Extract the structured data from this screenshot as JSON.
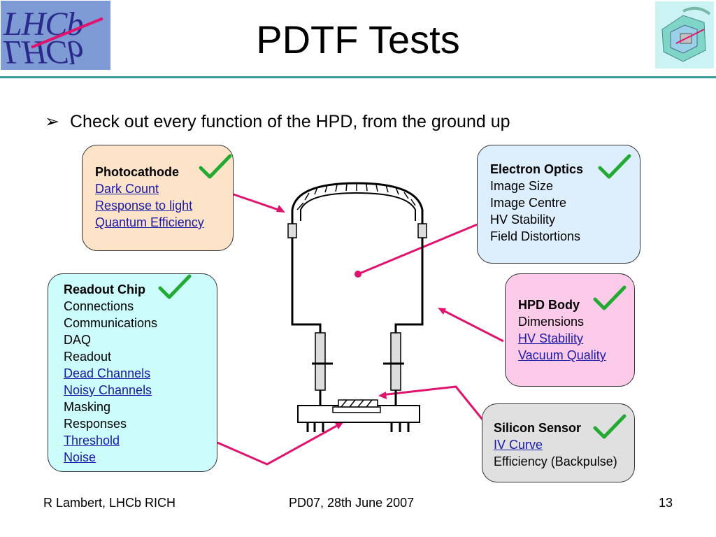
{
  "logo_left": {
    "text": "LHCb"
  },
  "title": "PDTF Tests",
  "bullet": {
    "marker": "➢",
    "text": "Check out every function of the HPD, from the ground up"
  },
  "boxes": {
    "photocathode": {
      "heading": "Photocathode",
      "items": [
        "Dark Count",
        "Response to light",
        "Quantum Efficiency"
      ],
      "color": "#fde3c8"
    },
    "electron_optics": {
      "heading": "Electron Optics",
      "items": [
        "Image Size",
        "Image Centre",
        "HV Stability",
        "Field Distortions"
      ],
      "color": "#ddeefc"
    },
    "readout_chip": {
      "heading": "Readout Chip",
      "items": [
        "Connections",
        "Communications",
        "DAQ",
        "Readout",
        "Dead Channels",
        "Noisy Channels",
        "Masking",
        "Responses",
        "Threshold",
        "Noise"
      ],
      "color": "#ccfcfc"
    },
    "hpd_body": {
      "heading": "HPD Body",
      "items": [
        "Dimensions",
        "HV Stability",
        "Vacuum Quality"
      ],
      "color": "#fccbe9"
    },
    "silicon_sensor": {
      "heading": "Silicon Sensor",
      "items": [
        "IV Curve",
        "Efficiency (Backpulse)"
      ],
      "color": "#e0e0e0"
    }
  },
  "colors": {
    "check": "#22aa33",
    "connector": "#e0146e",
    "rule": "#3a9b9b"
  },
  "footer": {
    "left": "R Lambert, LHCb RICH",
    "center": "PD07, 28th June 2007",
    "right": "13"
  }
}
